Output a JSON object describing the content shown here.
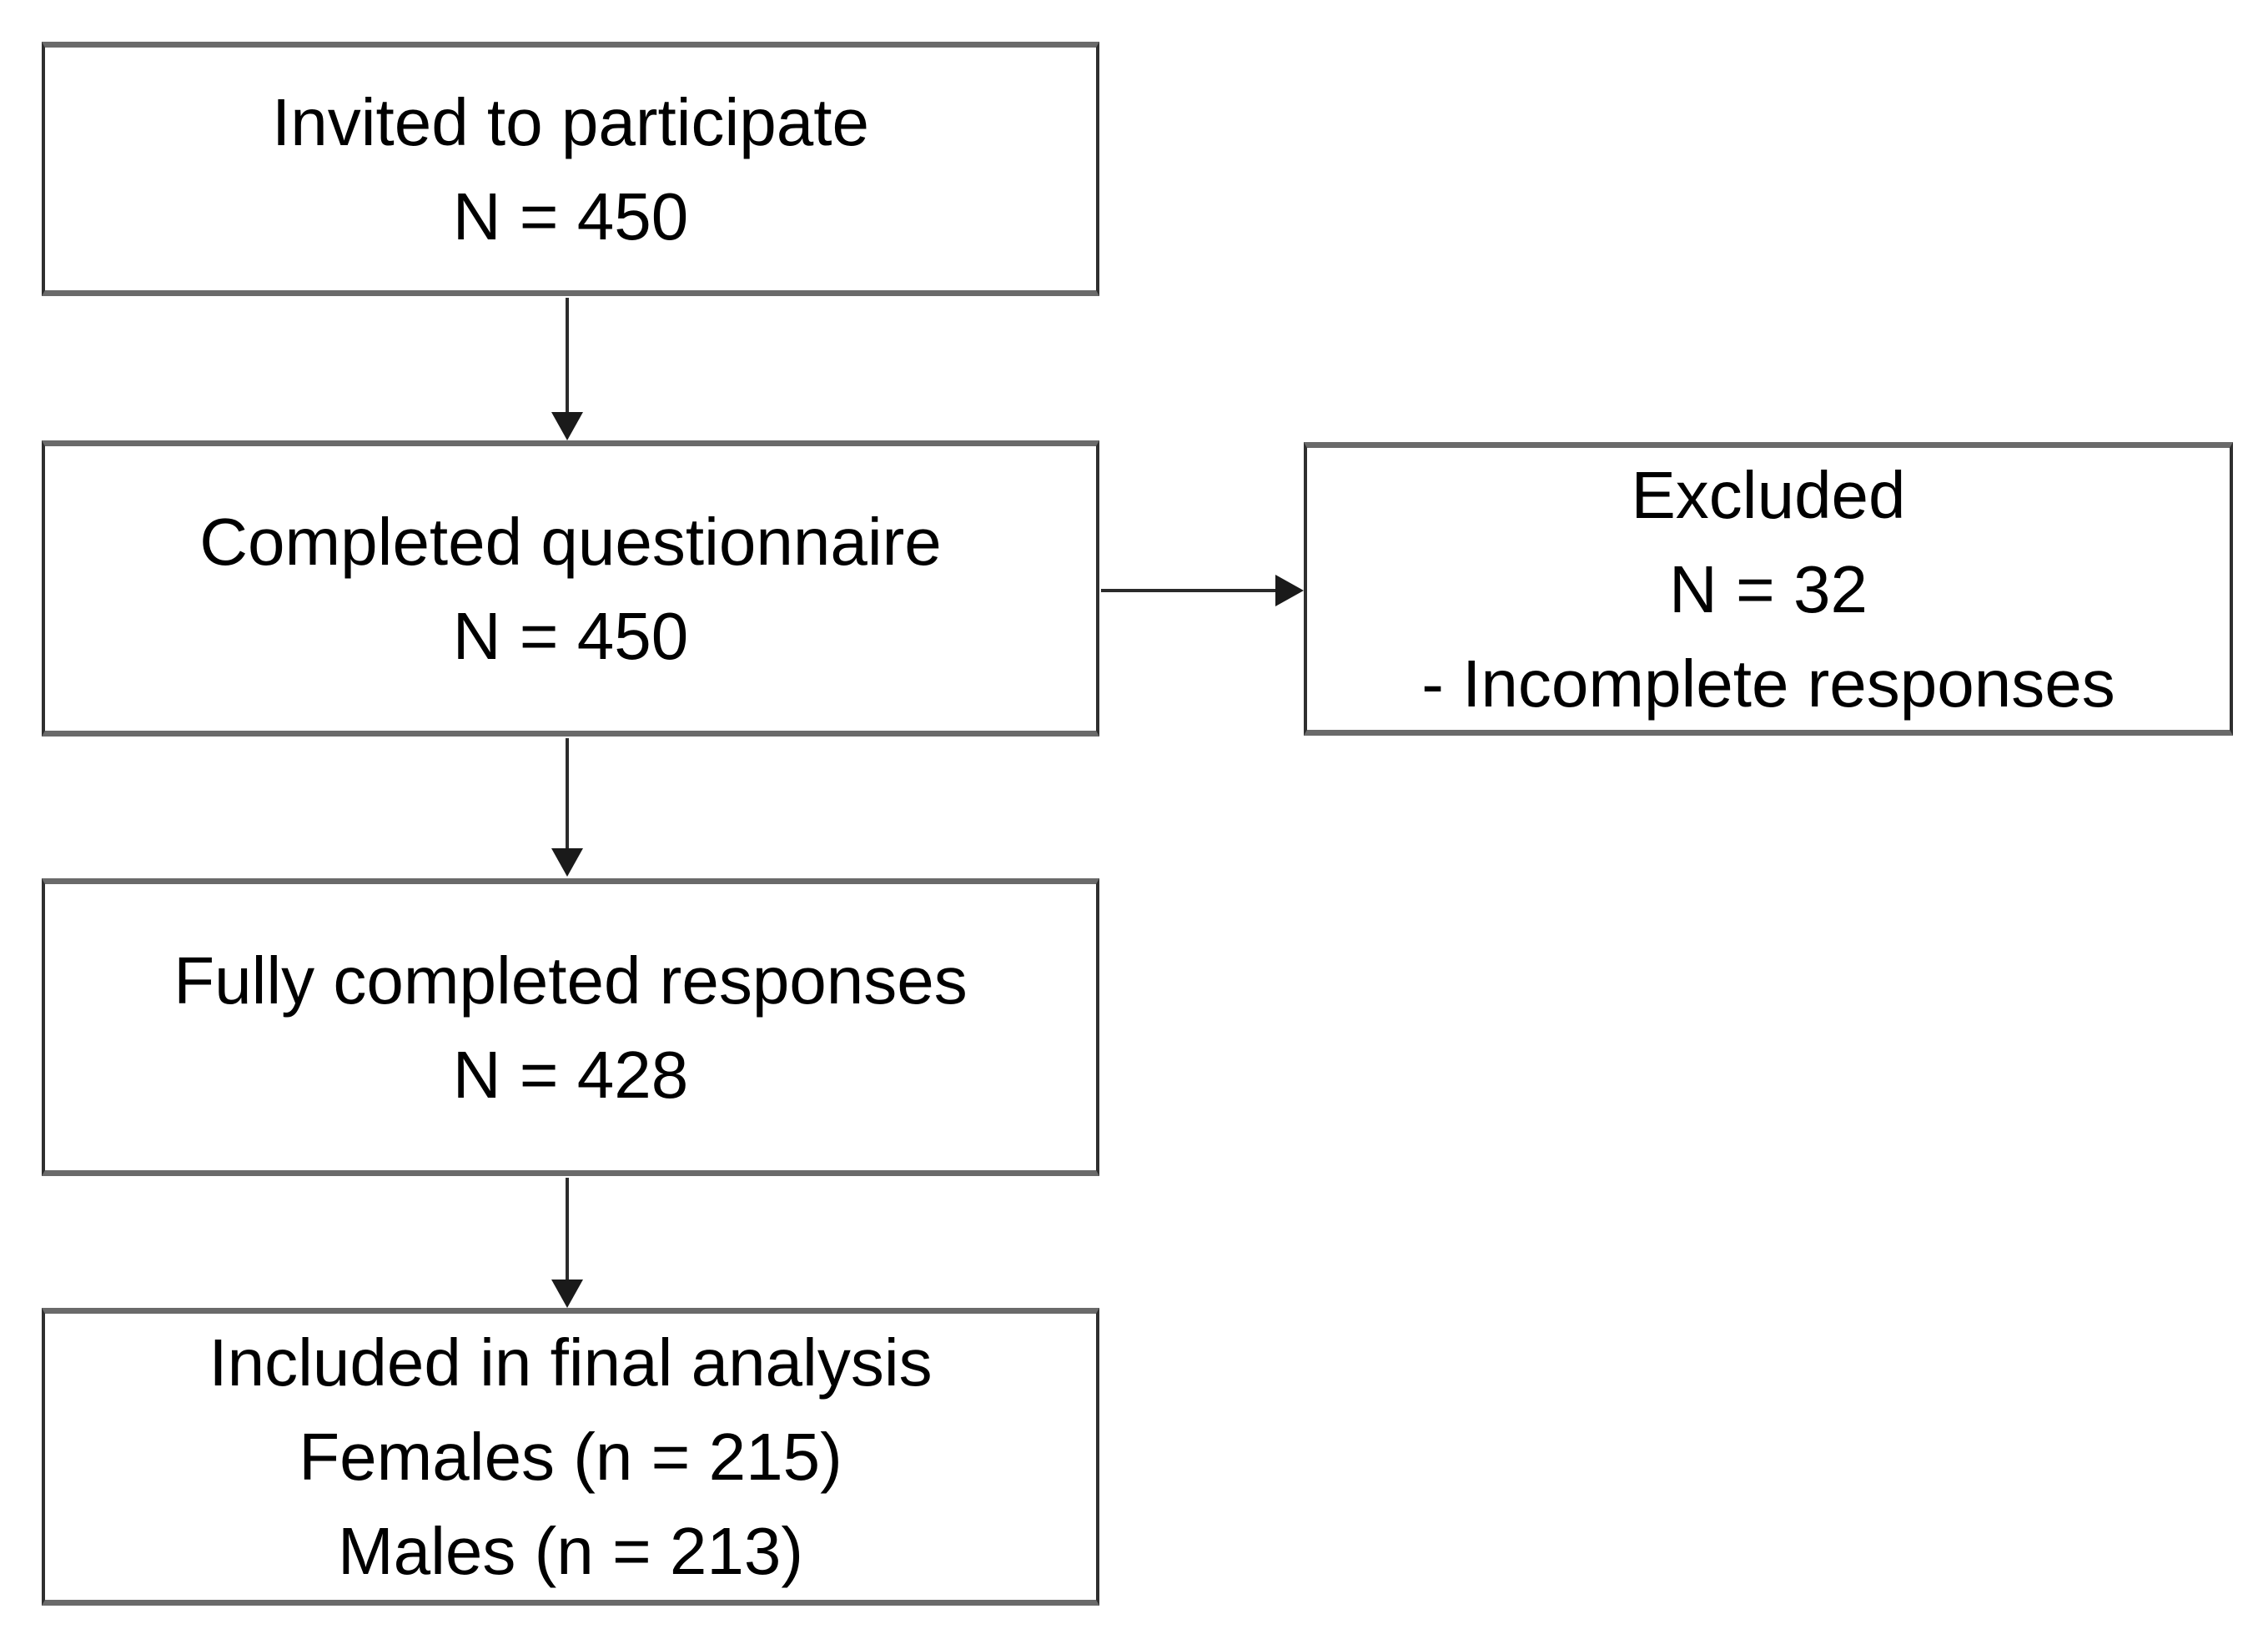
{
  "flow": {
    "boxes": {
      "invited": {
        "line1": "Invited to participate",
        "line2": "N = 450"
      },
      "completed": {
        "line1": "Completed questionnaire",
        "line2": "N = 450"
      },
      "excluded": {
        "line1": "Excluded",
        "line2": "N = 32",
        "line3": "- Incomplete responses"
      },
      "fully_completed": {
        "line1": "Fully completed responses",
        "line2": "N = 428"
      },
      "final_analysis": {
        "line1": "Included in final analysis",
        "line2": "Females (n = 215)",
        "line3": "Males (n = 213)"
      }
    },
    "edges": [
      {
        "from": "invited",
        "to": "completed",
        "direction": "down"
      },
      {
        "from": "completed",
        "to": "excluded",
        "direction": "right"
      },
      {
        "from": "completed",
        "to": "fully_completed",
        "direction": "down"
      },
      {
        "from": "fully_completed",
        "to": "final_analysis",
        "direction": "down"
      }
    ],
    "colors": {
      "background": "#ffffff",
      "box_fill": "#ffffff",
      "box_border_side": "#2f2f2f",
      "box_border_topbottom": "#6a6a6a",
      "text": "#000000",
      "arrow": "#1a1a1a"
    }
  }
}
